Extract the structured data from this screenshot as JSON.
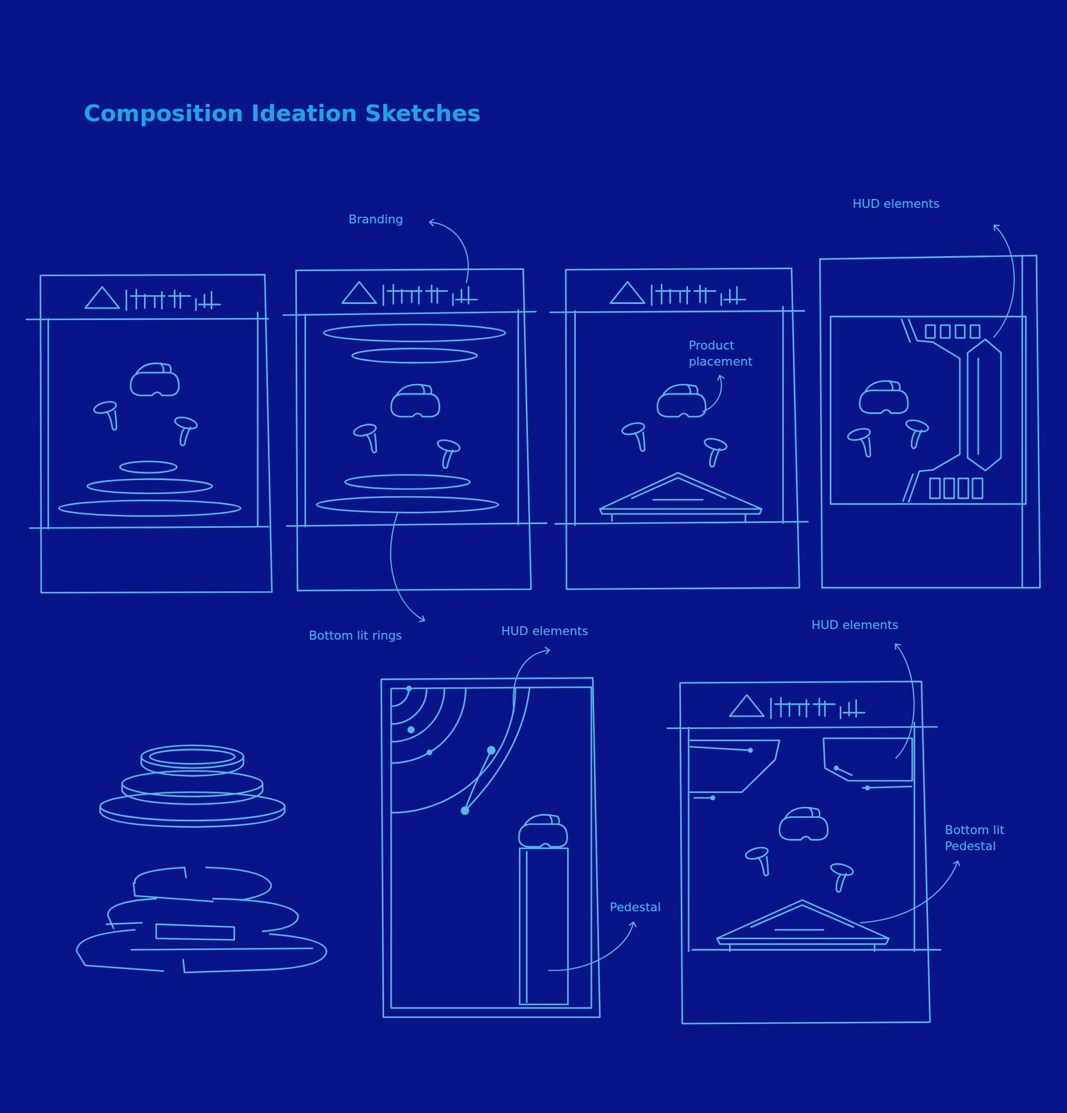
{
  "diagram": {
    "title": "Composition Ideation Sketches",
    "labels": [
      "Branding",
      "HUD elements",
      "Product placement",
      "Bottom lit rings",
      "HUD elements",
      "HUD elements",
      "Bottom lit Pedestal",
      "Pedestal"
    ]
  }
}
